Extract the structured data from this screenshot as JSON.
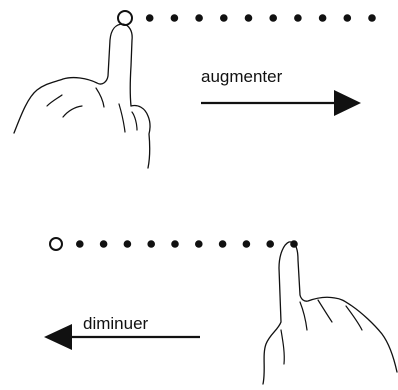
{
  "diagram": {
    "increase_label": "augmenter",
    "decrease_label": "diminuer",
    "dots_per_row": 11,
    "colors": {
      "ink": "#111111",
      "background": "#ffffff"
    }
  }
}
